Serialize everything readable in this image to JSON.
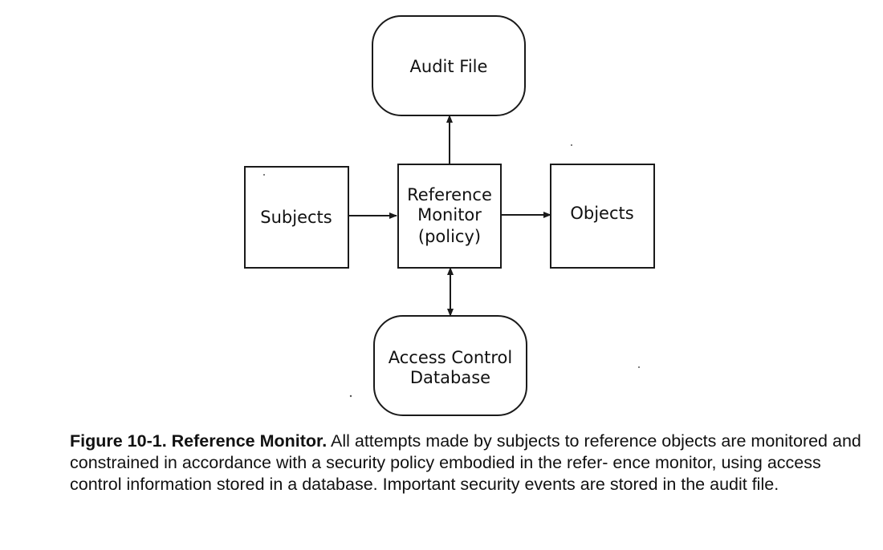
{
  "nodes": {
    "audit_file": {
      "label": "Audit File"
    },
    "subjects": {
      "label": "Subjects"
    },
    "reference_monitor": {
      "lines": [
        "Reference",
        "Monitor",
        "(policy)"
      ]
    },
    "objects": {
      "label": "Objects"
    },
    "access_control_database": {
      "lines": [
        "Access Control",
        "Database"
      ]
    }
  },
  "edges": [
    {
      "from": "reference_monitor",
      "to": "audit_file",
      "direction": "forward"
    },
    {
      "from": "subjects",
      "to": "reference_monitor",
      "direction": "forward"
    },
    {
      "from": "reference_monitor",
      "to": "objects",
      "direction": "forward"
    },
    {
      "from": "reference_monitor",
      "to": "access_control_database",
      "direction": "both"
    }
  ],
  "caption": {
    "label": "Figure 10-1. Reference Monitor.",
    "text": " All attempts made by subjects to reference objects are monitored and constrained in accordance with a security policy embodied in the refer- ence monitor, using access control information stored in a database. Important security events are stored in the audit file."
  }
}
